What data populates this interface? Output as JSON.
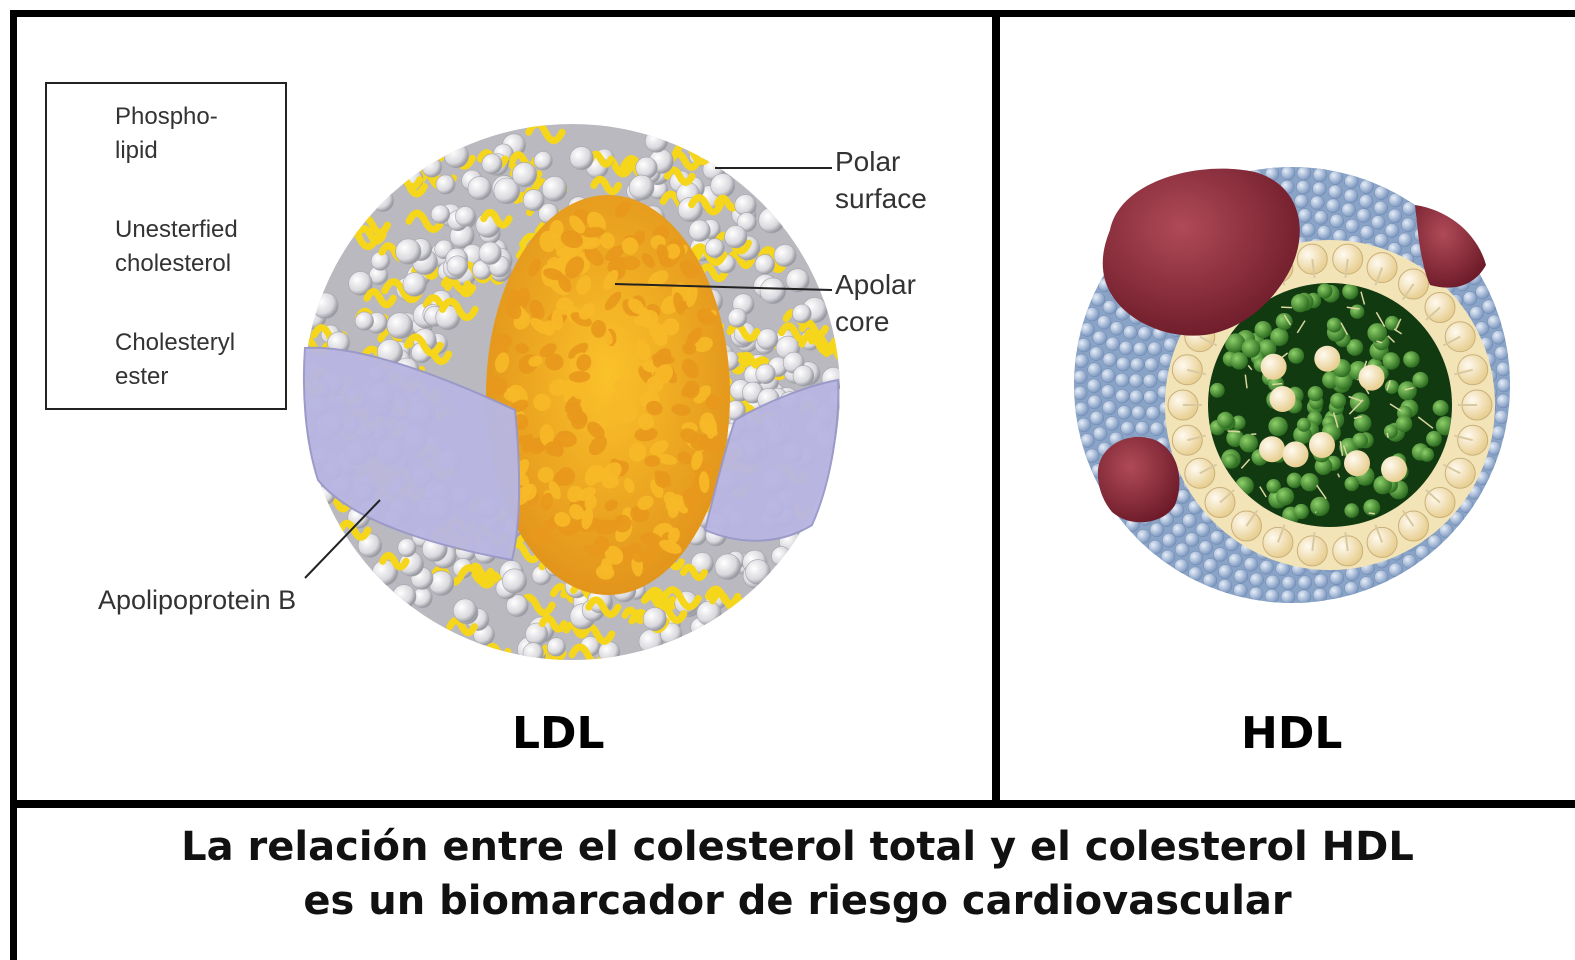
{
  "legend": {
    "items": [
      {
        "label_line1": "Phospho-",
        "label_line2": "lipid",
        "icon": "phospholipid-icon"
      },
      {
        "label_line1": "Unesterfied",
        "label_line2": "cholesterol",
        "icon": "unesterified-cholesterol-icon"
      },
      {
        "label_line1": "Cholesteryl",
        "label_line2": "ester",
        "icon": "cholesteryl-ester-icon"
      }
    ]
  },
  "ldl": {
    "polar_line1": "Polar",
    "polar_line2": "surface",
    "apolar_line1": "Apolar",
    "apolar_line2": "core",
    "apoprotein": "Apolipoprotein B",
    "title": "LDL"
  },
  "hdl": {
    "title": "HDL"
  },
  "caption": {
    "line1": "La relación entre el colesterol total y el colesterol HDL",
    "line2": "es un biomarcador de riesgo cardiovascular"
  },
  "colors": {
    "border": "#000000",
    "core_yellow": "#f0a818",
    "cholesterol_yellow": "#f7d81c",
    "phospholipid_white": "#e8e8ec",
    "apoprotein_lavender": "#b8b6e2",
    "hdl_protein_red": "#8e2a3a",
    "hdl_shell_blue": "#9fb6d6",
    "hdl_core_green": "#3d8a2e",
    "hdl_head_cream": "#f4e6b8"
  }
}
